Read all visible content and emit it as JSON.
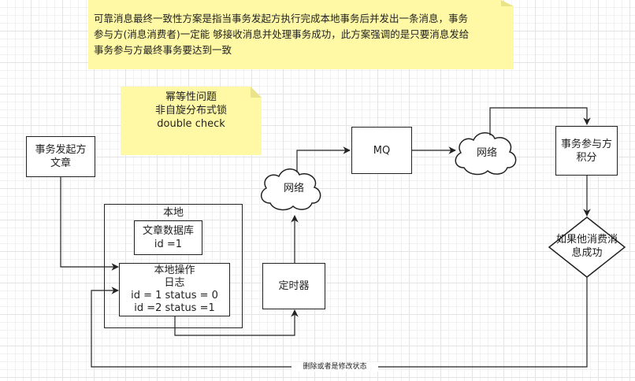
{
  "note_top": {
    "lines": [
      "可靠消息最终一致性方案是指当事务发起方执行完成本地事务后并发出一条消息，事务",
      "参与方(消息消费者)一定能 够接收消息并处理事务成功，此方案强调的是只要消息发给",
      "事务参与方最终事务要达到一致"
    ]
  },
  "note_issues": {
    "lines": [
      "幂等性问题",
      "非自旋分布式锁",
      "double check"
    ]
  },
  "initiator": {
    "lines": [
      "事务发起方",
      "文章"
    ]
  },
  "local": {
    "title": "本地",
    "db": {
      "lines": [
        "文章数据库",
        "id   =1"
      ]
    },
    "op": {
      "lines": [
        "本地操作",
        "日志",
        "id = 1 status = 0",
        "id =2  status =1"
      ]
    }
  },
  "timer": {
    "label": "定时器"
  },
  "cloud_left": {
    "label": "网络"
  },
  "mq": {
    "label": "MQ"
  },
  "cloud_right": {
    "label": "网络"
  },
  "participant": {
    "lines": [
      "事务参与方",
      "积分"
    ]
  },
  "decision": {
    "lines": [
      "如果他消费消",
      "息成功"
    ]
  },
  "feedback": {
    "label": "删除或者是修改状态"
  },
  "colors": {
    "note_fill": "#fff9a6",
    "note_fold": "#ebe38a",
    "stroke": "#222222"
  }
}
